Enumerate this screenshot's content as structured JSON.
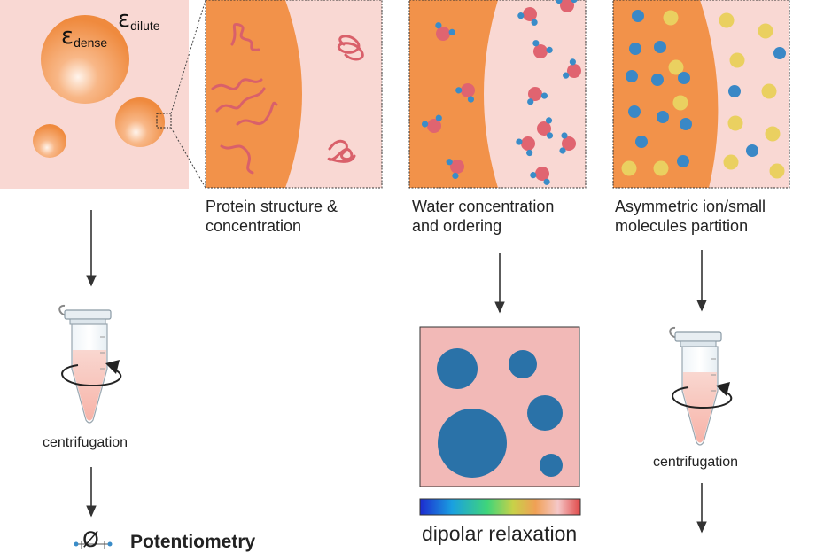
{
  "panel_overview": {
    "eps_symbol": "ε",
    "dense_sub": "dense",
    "dilute_sub": "dilute"
  },
  "panels": {
    "protein": {
      "line1": "Protein structure &",
      "line2": "concentration"
    },
    "water": {
      "line1": "Water concentration",
      "line2": "and ordering"
    },
    "ions": {
      "line1": "Asymmetric ion/small",
      "line2": "molecules partition"
    }
  },
  "steps": {
    "centrifugation_left": "centrifugation",
    "centrifugation_right": "centrifugation",
    "potentiometry": "Potentiometry",
    "potentiometry_symbol": "Ø",
    "dipolar": "dipolar relaxation"
  },
  "colors": {
    "dense_orange": "#f2924a",
    "dilute_pink": "#f9d8d3",
    "protein_strand": "#d9606a",
    "water_oxygen": "#e06470",
    "water_hydrogen": "#3a8cc8",
    "ion_blue": "#3a88c6",
    "ion_yellow": "#ead060",
    "relax_bg": "#f2b9b7",
    "relax_circle": "#2a72a8"
  }
}
